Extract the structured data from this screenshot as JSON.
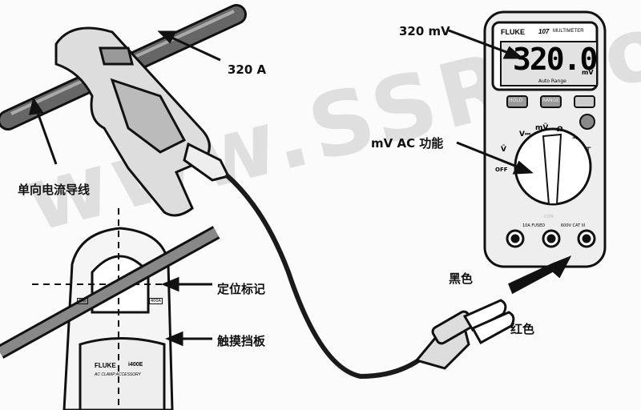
{
  "labels": {
    "meter_reading_callout": "320 mV",
    "current_callout": "320 A",
    "function_callout": "mV AC 功能",
    "conductor": "单向电流导线",
    "alignment_mark": "定位标记",
    "touch_guard": "触摸挡板",
    "black_lead": "黑色",
    "red_lead": "红色"
  },
  "meter": {
    "brand": "FLUKE",
    "model": "107",
    "model_sub": "MULTIMETER",
    "display_value": "320.0",
    "display_unit": "mV",
    "display_mode": "Auto Range",
    "buttons": [
      "HOLD",
      "RANGE",
      ""
    ],
    "dial_positions": [
      "OFF",
      "Ṽ",
      "V⎓",
      "mṼ",
      "Ω",
      "→",
      "⊤"
    ],
    "jacks": [
      "10A FUSED",
      "COM",
      "600V CAT III"
    ]
  },
  "clamp": {
    "brand": "FLUKE",
    "model": "i400E",
    "subtitle": "AC CLAMP ACCESSORY",
    "mark_left": "CAT",
    "mark_right": "400A"
  },
  "watermark": "www.SSR.com.cn",
  "colors": {
    "ink": "#111111",
    "body": "#d8d8d8",
    "lcd": "#e2e2e2",
    "cable": "#1a1a1a"
  }
}
